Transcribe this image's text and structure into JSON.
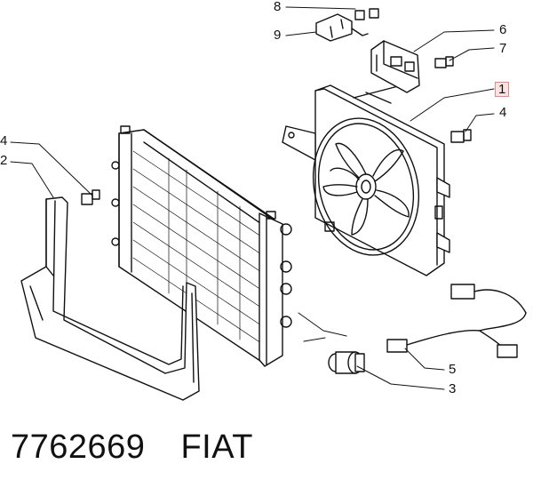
{
  "callouts": {
    "c1": "1",
    "c2": "2",
    "c3": "3",
    "c4a": "4",
    "c4b": "4",
    "c5": "5",
    "c6": "6",
    "c7": "7",
    "c8": "8",
    "c9": "9"
  },
  "caption": {
    "part_number": "7762669",
    "brand": "FIAT"
  },
  "colors": {
    "line": "#111111",
    "highlight_border": "#e08a8a",
    "highlight_fill": "#fbe3e3"
  }
}
